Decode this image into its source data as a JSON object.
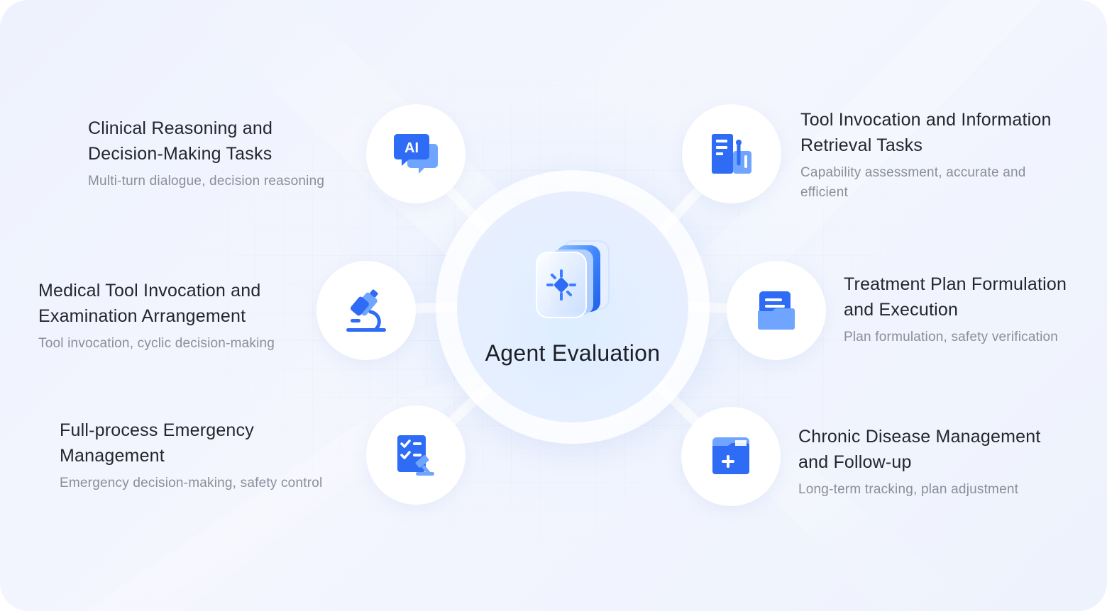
{
  "center": {
    "title": "Agent Evaluation",
    "icon": "cube-stack-icon"
  },
  "tasks": [
    {
      "title_line1": "Clinical Reasoning and",
      "title_line2": "Decision-Making Tasks",
      "subtitle_line1": "Multi-turn dialogue, decision reasoning",
      "subtitle_line2": "",
      "icon": "ai-chat-icon"
    },
    {
      "title_line1": "Tool Invocation and Information",
      "title_line2": "Retrieval Tasks",
      "subtitle_line1": "Capability assessment, accurate and",
      "subtitle_line2": "efficient",
      "icon": "database-tools-icon"
    },
    {
      "title_line1": "Medical Tool Invocation and",
      "title_line2": "Examination Arrangement",
      "subtitle_line1": "Tool invocation, cyclic decision-making",
      "subtitle_line2": "",
      "icon": "microscope-icon"
    },
    {
      "title_line1": "Treatment Plan Formulation",
      "title_line2": "and Execution",
      "subtitle_line1": "Plan formulation, safety verification",
      "subtitle_line2": "",
      "icon": "folder-document-icon"
    },
    {
      "title_line1": "Full-process Emergency",
      "title_line2": "Management",
      "subtitle_line1": "Emergency decision-making, safety control",
      "subtitle_line2": "",
      "icon": "checklist-gavel-icon"
    },
    {
      "title_line1": "Chronic Disease Management",
      "title_line2": "and Follow-up",
      "subtitle_line1": "Long-term tracking, plan adjustment",
      "subtitle_line2": "",
      "icon": "medical-folder-plus-icon"
    }
  ],
  "colors": {
    "accent": "#2f6cf6",
    "accent_light": "#6fa4ff",
    "title_text": "#23262d",
    "subtitle_text": "#8a8e97",
    "background": "#f0f3fd"
  }
}
